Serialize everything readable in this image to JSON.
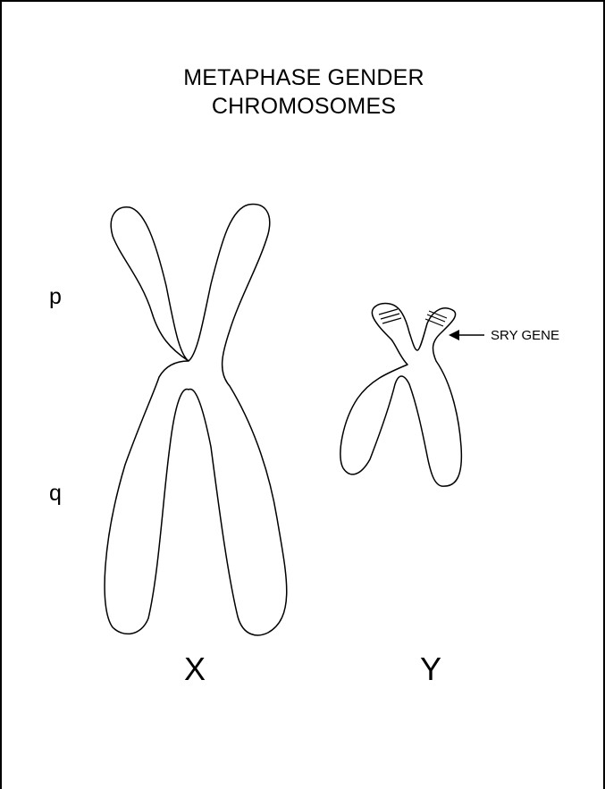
{
  "title": {
    "line1": "METAPHASE GENDER",
    "line2": "CHROMOSOMES"
  },
  "arm_labels": {
    "p": "p",
    "q": "q"
  },
  "chromosomes": {
    "x_label": "X",
    "y_label": "Y"
  },
  "annotation": {
    "sry_gene": "SRY GENE"
  },
  "colors": {
    "outline": "#000000",
    "background": "#ffffff"
  }
}
